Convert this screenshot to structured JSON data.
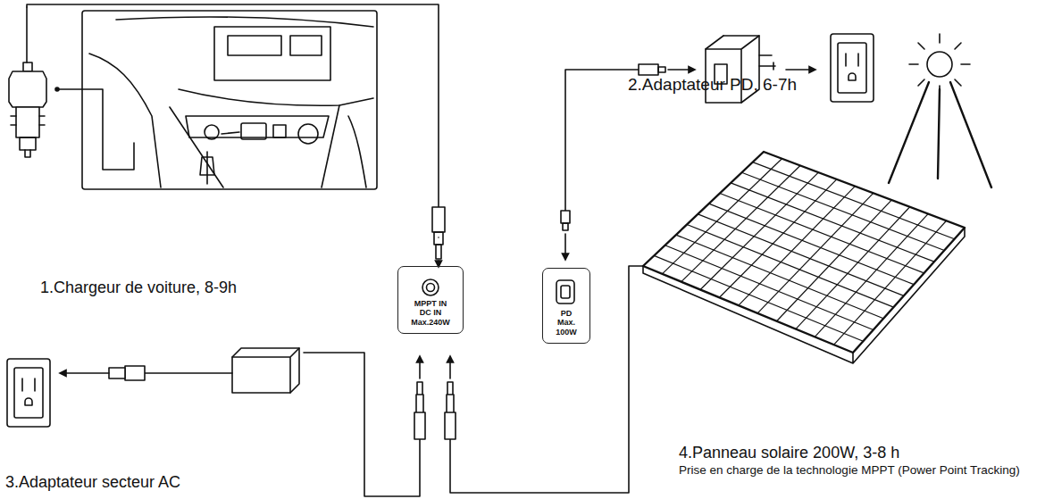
{
  "diagram": {
    "nodes": [
      {
        "text": [
          "MPPT IN DC IN Max.240W"
        ]
      },
      {
        "text": [
          "PD Max. 100W"
        ]
      }
    ],
    "labels": [
      "1.Chargeur de voiture, 8-9h",
      "2.Adaptateur PD, 6-7h",
      "4.Panneau solaire 200W, 3-8 h",
      "Prise en charge de la technologie MPPT (Power Point Tracking)",
      "3.Adaptateur secteur AC"
    ]
  }
}
